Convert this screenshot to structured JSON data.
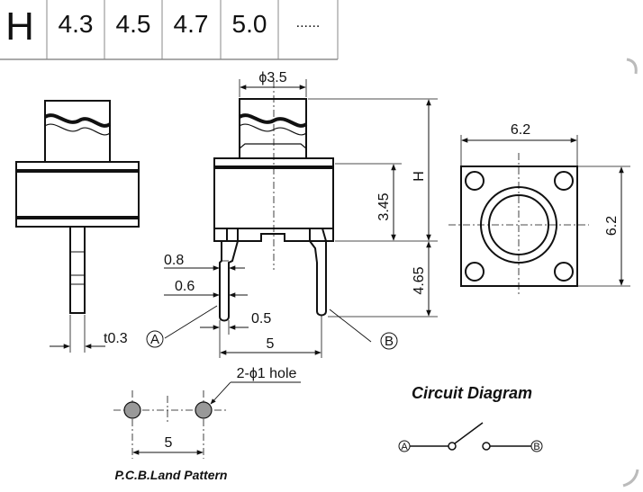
{
  "header": {
    "h_label": "H",
    "heights": [
      "4.3",
      "4.5",
      "4.7",
      "5.0"
    ],
    "more": "......"
  },
  "dimensions": {
    "phi_3_5": "ϕ3.5",
    "d_6_2_top": "6.2",
    "d_6_2_side": "6.2",
    "h_label": "H",
    "d_3_45": "3.45",
    "d_4_65": "4.65",
    "d_0_8": "0.8",
    "d_0_6": "0.6",
    "d_0_5": "0.5",
    "d_5": "5",
    "t_0_3": "t0.3",
    "hole_note": "2-ϕ1 hole",
    "pcb_5": "5"
  },
  "callouts": {
    "a": "A",
    "b": "B"
  },
  "titles": {
    "circuit_diagram": "Circuit Diagram",
    "pcb_land_pattern": "P.C.B.Land Pattern"
  }
}
